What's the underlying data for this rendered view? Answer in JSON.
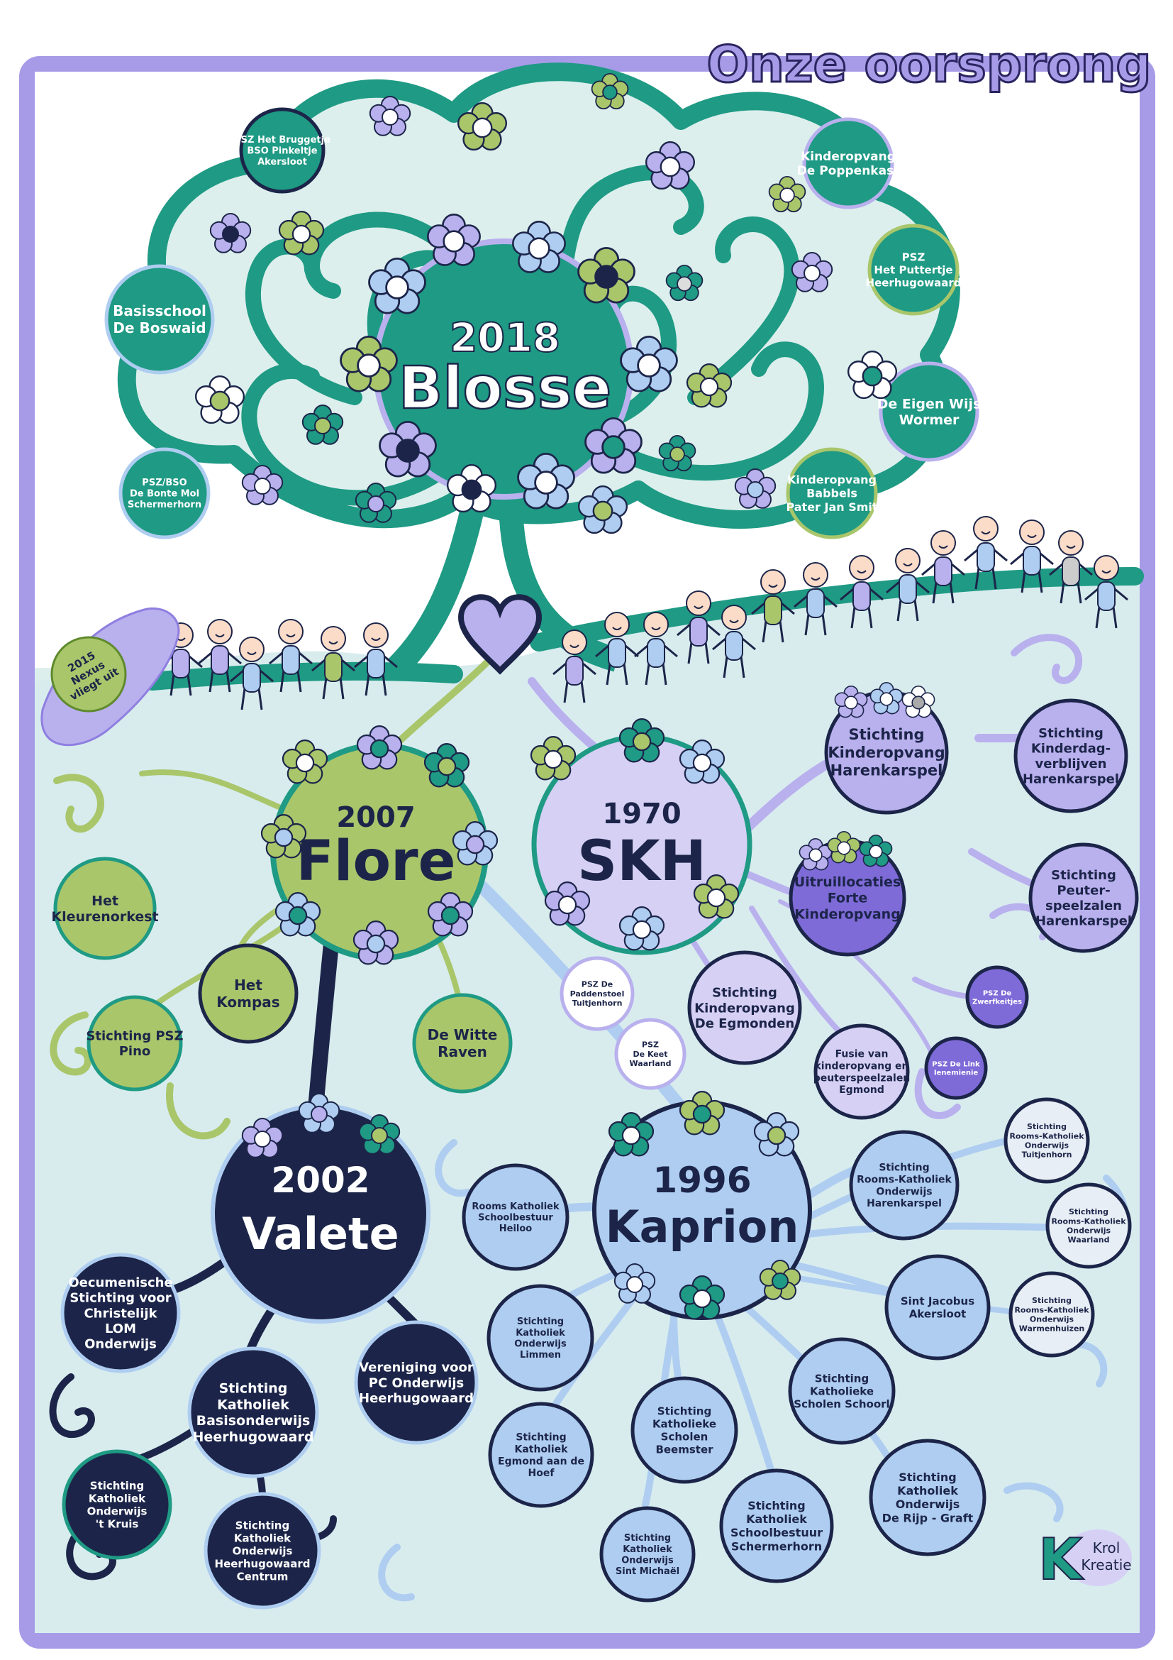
{
  "title": "Onze oorsprong",
  "colors": {
    "frame": "#a79be8",
    "teal": "#1f9a84",
    "teal_light": "#dcefed",
    "green": "#a9c66b",
    "purple": "#b9b0ee",
    "navy": "#1c2549",
    "blue": "#aecdf0",
    "sky": "#d8ecee"
  },
  "blosse": {
    "year": "2018",
    "name": "Blosse",
    "nodes": [
      {
        "lines": [
          "PSZ Het Bruggetje",
          "BSO Pinkeltje",
          "Akersloot"
        ]
      },
      {
        "lines": [
          "Kinderopvang",
          "De Poppenkast"
        ]
      },
      {
        "lines": [
          "PSZ",
          "Het Puttertje",
          "Heerhugowaard"
        ]
      },
      {
        "lines": [
          "Basisschool",
          "De Boswaid"
        ]
      },
      {
        "lines": [
          "De Eigen Wijs",
          "Wormer"
        ]
      },
      {
        "lines": [
          "PSZ/BSO",
          "De Bonte Mol",
          "Schermerhorn"
        ]
      },
      {
        "lines": [
          "Kinderopvang",
          "Babbels",
          "Pater Jan Smit"
        ]
      }
    ]
  },
  "nexus": {
    "lines": [
      "2015",
      "Nexus",
      "vliegt uit"
    ]
  },
  "flore": {
    "year": "2007",
    "name": "Flore",
    "nodes": [
      {
        "lines": [
          "Het",
          "Kleurenorkest"
        ]
      },
      {
        "lines": [
          "Het",
          "Kompas"
        ]
      },
      {
        "lines": [
          "Stichting PSZ",
          "Pino"
        ]
      },
      {
        "lines": [
          "De Witte",
          "Raven"
        ]
      }
    ]
  },
  "skh": {
    "year": "1970",
    "name": "SKH",
    "nodes": [
      {
        "lines": [
          "Stichting",
          "Kinderopvang",
          "Harenkarspel"
        ]
      },
      {
        "lines": [
          "Stichting",
          "Kinderdag-",
          "verblijven",
          "Harenkarspel"
        ]
      },
      {
        "lines": [
          "Uitruillocaties",
          "Forte",
          "Kinderopvang"
        ]
      },
      {
        "lines": [
          "Stichting",
          "Peuter-",
          "speelzalen",
          "Harenkarspel"
        ]
      },
      {
        "lines": [
          "PSZ De",
          "Paddenstoel",
          "Tuitjenhorn"
        ]
      },
      {
        "lines": [
          "Stichting",
          "Kinderopvang",
          "De Egmonden"
        ]
      },
      {
        "lines": [
          "PSZ De",
          "Zwerfkeitjes"
        ]
      },
      {
        "lines": [
          "PSZ",
          "De Keet",
          "Waarland"
        ]
      },
      {
        "lines": [
          "Fusie van",
          "kinderopvang en",
          "peuterspeelzalen",
          "Egmond"
        ]
      },
      {
        "lines": [
          "PSZ De Link",
          "Ienemienie"
        ]
      }
    ]
  },
  "valete": {
    "year": "2002",
    "name": "Valete",
    "nodes": [
      {
        "lines": [
          "Oecumenische",
          "Stichting voor",
          "Christelijk",
          "LOM",
          "Onderwijs"
        ]
      },
      {
        "lines": [
          "Stichting",
          "Katholiek",
          "Basisonderwijs",
          "Heerhugowaard"
        ]
      },
      {
        "lines": [
          "Vereniging voor",
          "PC Onderwijs",
          "Heerhugowaard"
        ]
      },
      {
        "lines": [
          "Stichting",
          "Katholiek",
          "Onderwijs",
          "'t Kruis"
        ]
      },
      {
        "lines": [
          "Stichting",
          "Katholiek",
          "Onderwijs",
          "Heerhugowaard",
          "Centrum"
        ]
      }
    ]
  },
  "kaprion": {
    "year": "1996",
    "name": "Kaprion",
    "nodes": [
      {
        "lines": [
          "Rooms Katholiek",
          "Schoolbestuur",
          "Heiloo"
        ]
      },
      {
        "lines": [
          "Stichting",
          "Rooms-Katholiek",
          "Onderwijs",
          "Harenkarspel"
        ]
      },
      {
        "lines": [
          "Stichting",
          "Rooms-Katholiek",
          "Onderwijs",
          "Tuitjenhorn"
        ]
      },
      {
        "lines": [
          "Stichting",
          "Rooms-Katholiek",
          "Onderwijs",
          "Waarland"
        ]
      },
      {
        "lines": [
          "Stichting",
          "Katholiek",
          "Onderwijs",
          "Limmen"
        ]
      },
      {
        "lines": [
          "Sint Jacobus",
          "Akersloot"
        ]
      },
      {
        "lines": [
          "Stichting",
          "Rooms-Katholiek",
          "Onderwijs",
          "Warmenhuizen"
        ]
      },
      {
        "lines": [
          "Stichting",
          "Katholieke",
          "Scholen Schoorl"
        ]
      },
      {
        "lines": [
          "Stichting",
          "Katholieke",
          "Scholen",
          "Beemster"
        ]
      },
      {
        "lines": [
          "Stichting",
          "Katholiek",
          "Egmond aan de",
          "Hoef"
        ]
      },
      {
        "lines": [
          "Stichting",
          "Katholiek",
          "Onderwijs",
          "De Rijp - Graft"
        ]
      },
      {
        "lines": [
          "Stichting",
          "Katholiek",
          "Schoolbestuur",
          "Schermerhorn"
        ]
      },
      {
        "lines": [
          "Stichting",
          "Katholiek",
          "Onderwijs",
          "Sint Michaël"
        ]
      }
    ]
  },
  "logo": {
    "lines": [
      "Krol",
      "Kreatie"
    ],
    "letter": "K"
  }
}
